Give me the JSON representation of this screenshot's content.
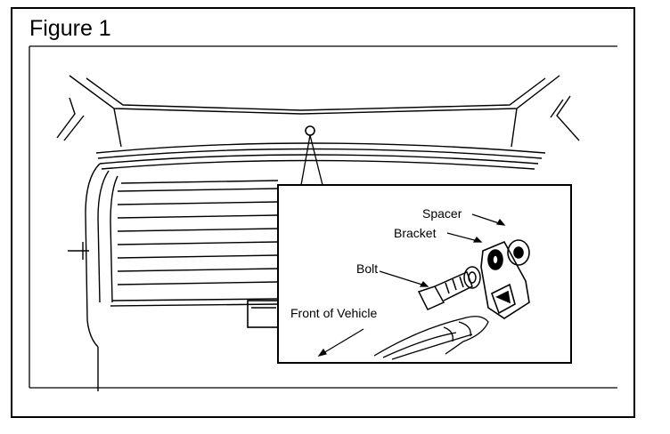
{
  "figure": {
    "title": "Figure 1"
  },
  "callouts": {
    "spacer": "Spacer",
    "bracket": "Bracket",
    "bolt": "Bolt",
    "front": "Front of Vehicle"
  },
  "colors": {
    "line": "#000000",
    "background": "#ffffff"
  }
}
